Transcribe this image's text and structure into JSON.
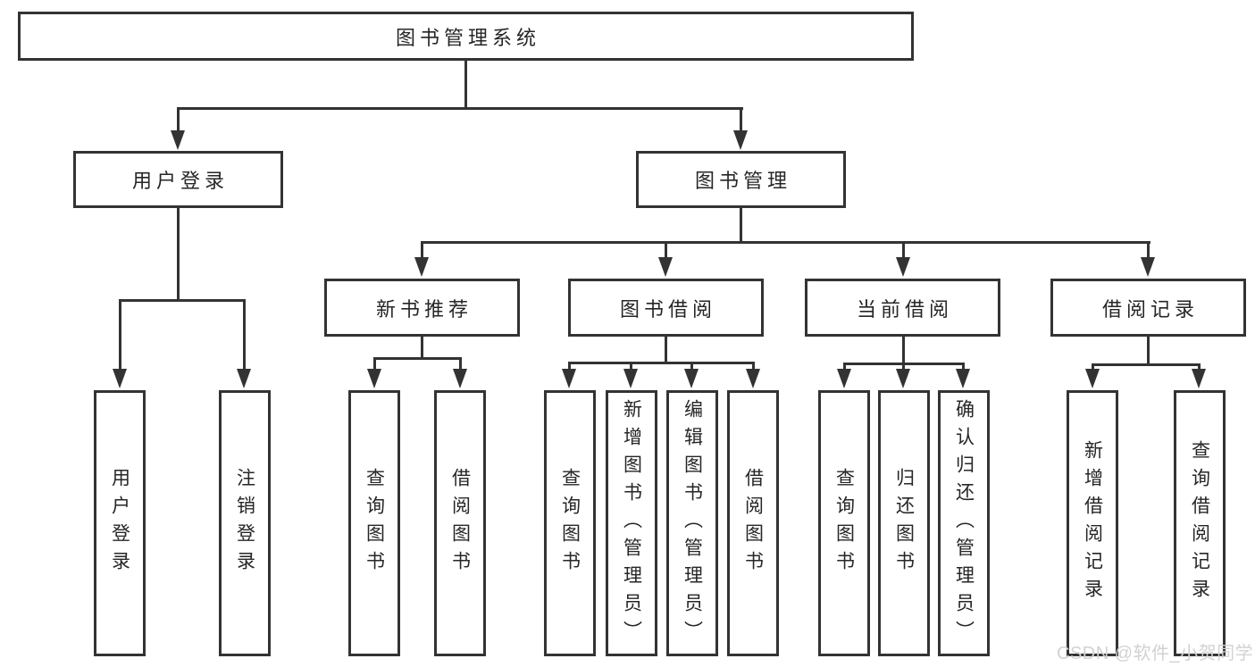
{
  "diagram": {
    "colors": {
      "line": "#333333",
      "text": "#262626",
      "box_background": "#ffffff",
      "watermark_text_color": "#d2d2d2"
    },
    "root": {
      "label": "图书管理系统"
    },
    "level2": [
      {
        "label": "用户登录"
      },
      {
        "label": "图书管理"
      }
    ],
    "level3": [
      {
        "label": "新书推荐"
      },
      {
        "label": "图书借阅"
      },
      {
        "label": "当前借阅"
      },
      {
        "label": "借阅记录"
      }
    ],
    "leaves": {
      "user_login": [
        {
          "label": "用户登录"
        },
        {
          "label": "注销登录"
        }
      ],
      "new_books": [
        {
          "label": "查询图书"
        },
        {
          "label": "借阅图书"
        }
      ],
      "book_borrow": [
        {
          "label": "查询图书"
        },
        {
          "label": "新增图书（管理员）"
        },
        {
          "label": "编辑图书（管理员）"
        },
        {
          "label": "借阅图书"
        }
      ],
      "current_borrow": [
        {
          "label": "查询图书"
        },
        {
          "label": "归还图书"
        },
        {
          "label": "确认归还（管理员）"
        }
      ],
      "borrow_records": [
        {
          "label": "新增借阅记录"
        },
        {
          "label": "查询借阅记录"
        }
      ]
    }
  },
  "watermark": {
    "text": "CSDN @软件_小贺同学"
  }
}
